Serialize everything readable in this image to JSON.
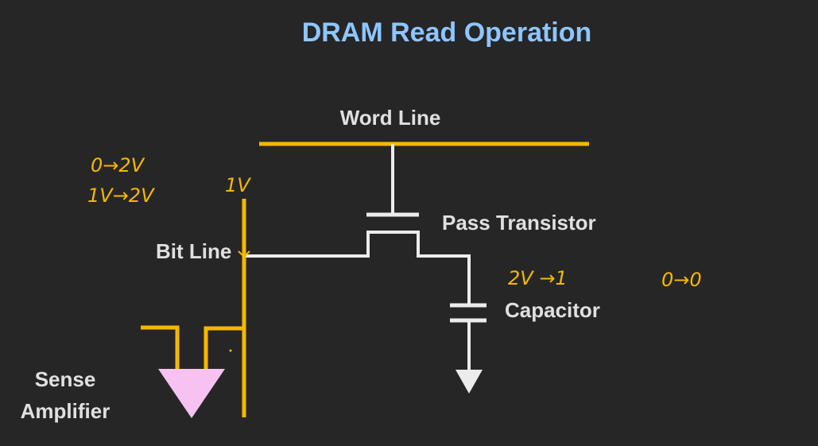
{
  "title": "DRAM Read Operation",
  "labels": {
    "word_line": "Word Line",
    "pass_transistor": "Pass Transistor",
    "bit_line": "Bit Line",
    "capacitor": "Capacitor",
    "sense_amplifier_line1": "Sense",
    "sense_amplifier_line2": "Amplifier"
  },
  "annotations": {
    "bitline_case_1": "0→2V",
    "bitline_case_2": "1V→2V",
    "bitline_initial": "1V",
    "capacitor_case_1": "2V →1",
    "capacitor_case_2": "0→0"
  },
  "colors": {
    "background": "#262626",
    "title": "#8ec5ff",
    "label": "#e0e0e0",
    "wire_white": "#ececec",
    "wire_yellow": "#f5b800",
    "annotation": "#f5b800",
    "amplifier_fill": "#f7c2f2"
  }
}
